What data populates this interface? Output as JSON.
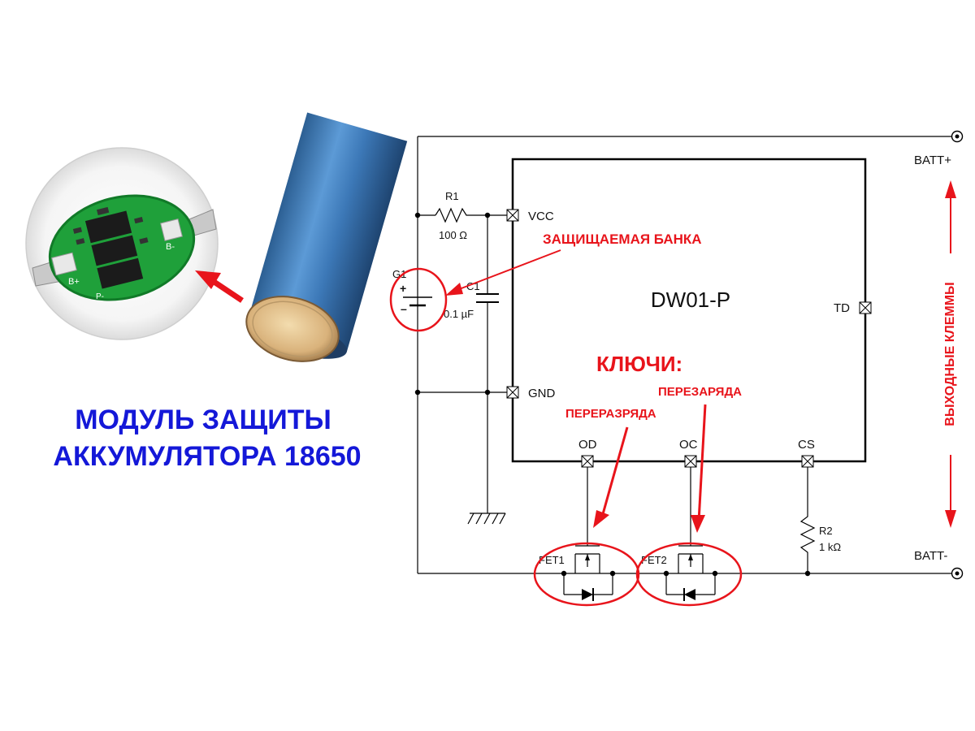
{
  "title": {
    "line1": "МОДУЛЬ ЗАЩИТЫ",
    "line2": "АККУМУЛЯТОРА 18650"
  },
  "pcb": {
    "label_bplus": "B+",
    "label_bminus": "B-",
    "label_p": "P-"
  },
  "chip": {
    "name": "DW01-P",
    "pins": {
      "vcc": "VCC",
      "gnd": "GND",
      "td": "TD",
      "od": "OD",
      "oc": "OC",
      "cs": "CS"
    }
  },
  "components": {
    "r1_name": "R1",
    "r1_value": "100 Ω",
    "c1_name": "C1",
    "c1_value": "0.1 µF",
    "g1_name": "G1",
    "r2_name": "R2",
    "r2_value": "1 kΩ",
    "fet1": "FET1",
    "fet2": "FET2",
    "plus": "+",
    "minus": "–"
  },
  "terminals": {
    "batt_plus": "BATT+",
    "batt_minus": "BATT-",
    "vertical_label": "ВЫХОДНЫЕ КЛЕММЫ"
  },
  "annotations": {
    "protected_cell": "ЗАЩИЩАЕМАЯ БАНКА",
    "keys": "КЛЮЧИ:",
    "overdischarge": "ПЕРЕРАЗРЯДА",
    "overcharge": "ПЕРЕЗАРЯДА"
  },
  "colors": {
    "accent_red": "#e8141b",
    "title_blue": "#1418d8",
    "pcb_green": "#1fa03a",
    "battery_blue": "#3f7fbf"
  }
}
